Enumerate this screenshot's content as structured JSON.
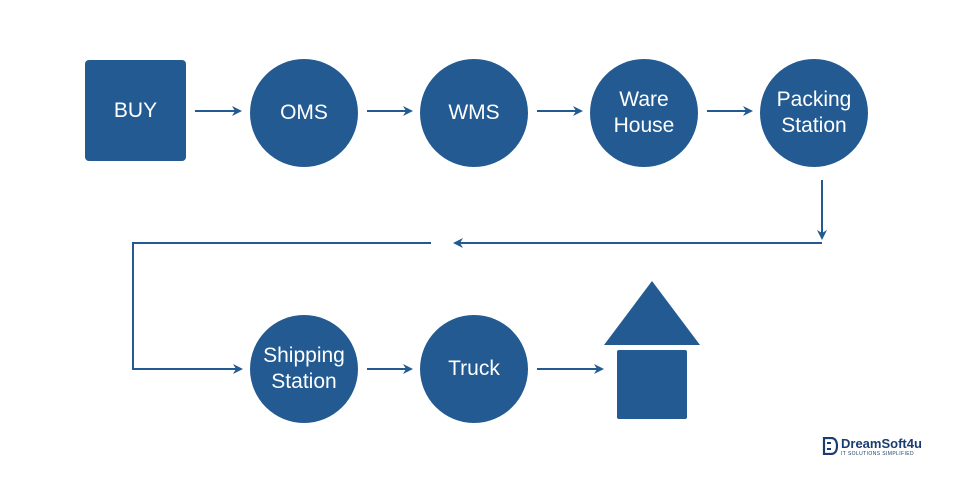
{
  "diagram": {
    "nodes": [
      {
        "id": "buy",
        "label": "BUY"
      },
      {
        "id": "oms",
        "label": "OMS"
      },
      {
        "id": "wms",
        "label": "WMS"
      },
      {
        "id": "warehouse",
        "label": "Ware\nHouse"
      },
      {
        "id": "packing_station",
        "label": "Packing\nStation"
      },
      {
        "id": "shipping_station",
        "label": "Shipping\nStation"
      },
      {
        "id": "truck",
        "label": "Truck"
      },
      {
        "id": "home",
        "label": ""
      }
    ],
    "edges": [
      {
        "from": "buy",
        "to": "oms"
      },
      {
        "from": "oms",
        "to": "wms"
      },
      {
        "from": "wms",
        "to": "warehouse"
      },
      {
        "from": "warehouse",
        "to": "packing_station"
      },
      {
        "from": "packing_station",
        "to": "shipping_station"
      },
      {
        "from": "shipping_station",
        "to": "truck"
      },
      {
        "from": "truck",
        "to": "home"
      }
    ]
  },
  "brand": {
    "name": "DreamSoft4u",
    "tagline": "IT SOLUTIONS SIMPLIFIED"
  },
  "colors": {
    "node_fill": "#235a91",
    "arrow": "#235a91",
    "label": "#ffffff",
    "brand": "#1b3d6e"
  }
}
